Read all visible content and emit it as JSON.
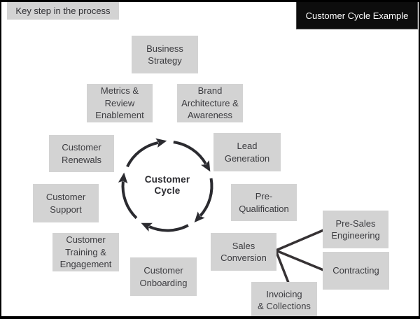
{
  "annotation": {
    "label": "Key step in the process"
  },
  "title_badge": {
    "label": "Customer Cycle Example"
  },
  "cycle": {
    "label": "Customer\nCycle",
    "icon": "circular-arrows-clockwise"
  },
  "process_boxes": [
    {
      "id": "business-strategy",
      "label": "Business\nStrategy"
    },
    {
      "id": "metrics-review-enablement",
      "label": "Metrics &\nReview\nEnablement"
    },
    {
      "id": "brand-architecture-awareness",
      "label": "Brand\nArchitecture &\nAwareness"
    },
    {
      "id": "customer-renewals",
      "label": "Customer\nRenewals"
    },
    {
      "id": "lead-generation",
      "label": "Lead\nGeneration"
    },
    {
      "id": "customer-support",
      "label": "Customer\nSupport"
    },
    {
      "id": "pre-qualification",
      "label": "Pre-\nQualification"
    },
    {
      "id": "customer-training-engagement",
      "label": "Customer\nTraining &\nEngagement"
    },
    {
      "id": "sales-conversion",
      "label": "Sales\nConversion"
    },
    {
      "id": "customer-onboarding",
      "label": "Customer\nOnboarding"
    },
    {
      "id": "pre-sales-engineering",
      "label": "Pre-Sales\nEngineering"
    },
    {
      "id": "contracting",
      "label": "Contracting"
    },
    {
      "id": "invoicing-collections",
      "label": "Invoicing\n& Collections"
    }
  ],
  "colors": {
    "box_bg": "#d3d3d3",
    "box_text": "#3c3c40",
    "badge_bg": "#0d0d0d",
    "badge_text": "#ffffff",
    "label_bg": "#d3d3d3",
    "label_text": "#2f2f33",
    "cycle": "#2b2b30",
    "connector": "#363234",
    "frame": "#000000"
  }
}
